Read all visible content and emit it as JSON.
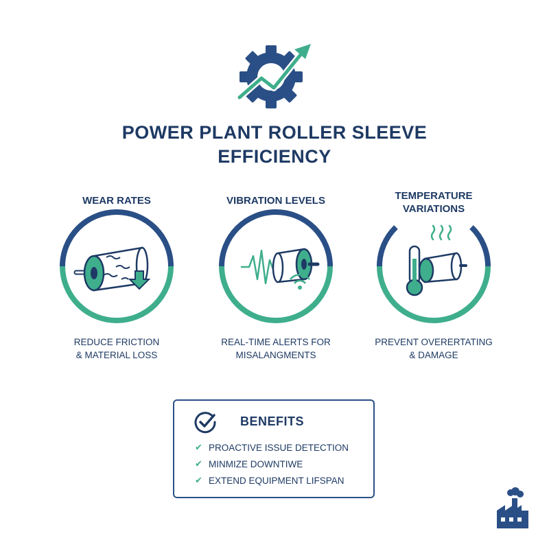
{
  "header": {
    "logo_icon": "gear-with-rising-arrow-icon",
    "title_line1": "POWER PLANT ROLLER SLEEVE",
    "title_line2": "EFFICIENCY"
  },
  "metrics": [
    {
      "title_lines": [
        "WEAR RATES"
      ],
      "icon": "worn-roller-with-down-arrow-icon",
      "desc_lines": [
        "REDUCE FRICTION",
        "& MATERIAL LOSS"
      ]
    },
    {
      "title_lines": [
        "VIBRATION LEVELS"
      ],
      "icon": "roller-with-vibration-wave-icon",
      "desc_lines": [
        "REAL-TIME ALERTS FOR",
        "MISALANGMENTS"
      ]
    },
    {
      "title_lines": [
        "TEMPERATURE",
        "VARIATIONS"
      ],
      "icon": "thermometer-with-heated-roller-icon",
      "desc_lines": [
        "PREVENT OVERERTATING",
        "& DAMAGE"
      ]
    }
  ],
  "benefits": {
    "title": "BENEFITS",
    "items": [
      "PROACTIVE ISSUE DETECTION",
      "MINMIZE DOWNTIWE",
      "EXTEND EQUIPMENT LIFSPAN"
    ]
  },
  "footer_icon": "factory-icon",
  "colors": {
    "navy": "#1e3a64",
    "ring_blue": "#2a4f86",
    "teal": "#3fae8c"
  }
}
